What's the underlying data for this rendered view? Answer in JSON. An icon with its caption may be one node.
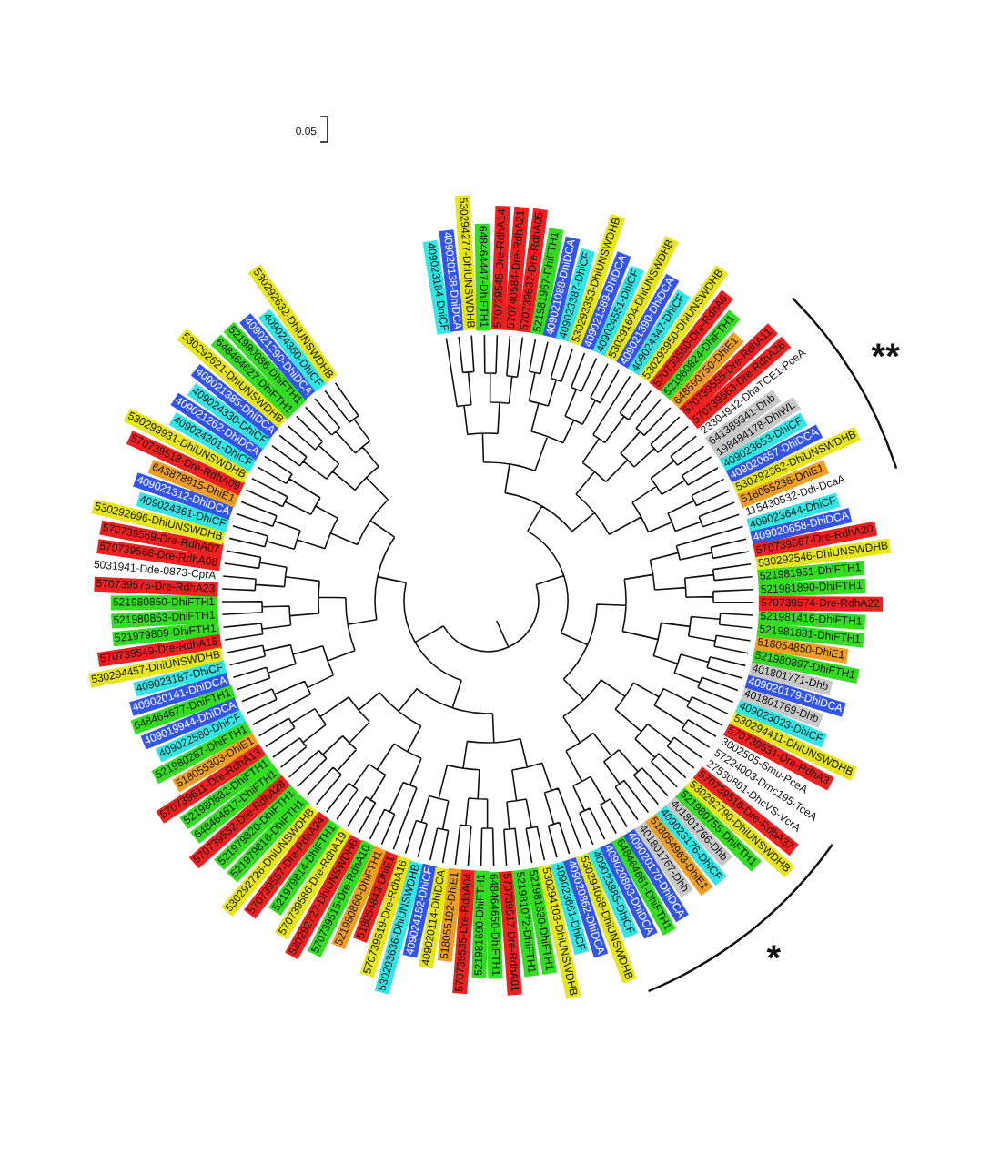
{
  "diagram": {
    "labels": [
      "0.05",
      "521980850-DhiFTH1",
      "570739575-Dre-RdhA23",
      "5031941-Dde-0873-CprA",
      "570739568-Dre-RdhA08",
      "570739569-Dre-RdhA07",
      "530292696-DhiUNSWDHB",
      "409024361-DhiCF",
      "409021312-DhiDCA",
      "643878815-DhiE1",
      "570739518-Dre-RdhA09",
      "530293931-DhiUNSWDHB",
      "409024301-DhiCF",
      "409021262-DhiDCA",
      "409024330-DhiCF",
      "409021385-DhiDCA",
      "530292621-DhiUNSWDHB",
      "648464627-DhiFTH1",
      "521980086-DhiFTH1",
      "409021290-DhiDCA",
      "409024360-DhiCF",
      "530292632-DhiUNSWDHB",
      "409023184-DhiCF",
      "409020138-DhiDCA",
      "530294277-DhiUNSWDHB",
      "648464447-DhiFTH1",
      "570739545-Dre-RdhA14",
      "570740584-Dre-RdhA21",
      "570739637-Dre-RdhA05",
      "521981967-DhiFTH1",
      "409021088-DhiDCA",
      "409023387-DhiCF",
      "530293353-DhiUNSWDHB",
      "409021389-DhiDCA",
      "409024551-DhiCF",
      "530291604-DhiUNSWDHB",
      "409021390-DhiDCA",
      "409024347-DhiCF",
      "530293950-DhiUNSWDHB",
      "570739550-Dre-RdhA6",
      "521980824-DhiFTH1",
      "648590750-DhiE1",
      "570739555-Dre-RdhA11",
      "570739563-Dre-RdhA26",
      "23304942-DhaTCE1-PceA",
      "641389341-Dhb",
      "198484178-DhiWL",
      "409023653-DhiCF",
      "409020657-DhiDCA",
      "530292362-DhiUNSWDHB",
      "518055236-DhiE1",
      "115430532-Ddi-DcaA",
      "409023644-DhiCF",
      "409020658-DhiDCA",
      "570739567-Dre-RdhA20",
      "530292546-DhiUNSWDHB",
      "521981951-DhiFTH1",
      "521981890-DhiFTH1",
      "521980853-DhiFTH1",
      "521979809-DhiFTH1",
      "570739549-Dre-RdhA15",
      "530294457-DhiUNSWDHB",
      "409023187-DhiCF",
      "409020141-DhiDCA",
      "648464677-DhiFTH1",
      "409019944-DhiDCA",
      "409022580-DhiCF",
      "521980287-DhiFTH1",
      "518055303-DhiE1",
      "570739611-Dre-RdhA13",
      "521980882-DhiFTH1",
      "648464617-DhiFTH1",
      "570739532-Dre-RdhA28",
      "521979820-DhiFTH1",
      "521979816-DhiFTH1",
      "530292726-DhiUNSWDHB",
      "570739557-Dre-RdhA24",
      "521979814-DhiFTH1",
      "570739586-Dre-RdhA19",
      "530292727-DhiUNSWDHB",
      "570739515-Dre-RdhA10",
      "521980860-DhiFTH1",
      "518054843-DhiE1",
      "570739519-Dre-RdhA16",
      "530293636-DhiUNSWDHB",
      "409024152-DhiCF",
      "409020114-DhiDCA",
      "518055192-DhiE1",
      "570739535-Dre-RdhA04",
      "521981690-DhiFTH1",
      "648464650-DhiFTH1",
      "570739517-Dre-RdhA01",
      "521981072-DhiFTH1",
      "521981630-DhiFTH1",
      "530294103-DhiUNSWDHB",
      "409023661-DhiCF",
      "409020862-DhiDCA",
      "530294068-DhiUNSWDHB",
      "409023885-DhiCF",
      "409020863-DhiDCA",
      "648464661-DhiFTH1",
      "409020170-DhiDCA",
      "401801767-Dhb",
      "518054963-DhiE1",
      "409023176-DhiCF",
      "401801766-Dhb",
      "521980755-DhiFTH1",
      "530292790-DhiUNSWDHB",
      "570739516-Dre-RdhA37",
      "27530861-DhcVS-VcrA",
      "57224003-Dmc195-TceA",
      "3002505-Smu-PceA",
      "570739531-Dre-RdhA3",
      "530294411-DhiUNSWDHB",
      "409023023-DhiCF",
      "401801769-Dhb",
      "409020179-DhiDCA",
      "401801771-Dhb",
      "521980897-DhiFTH1",
      "518054850-DhiE1",
      "521981881-DhiFTH1",
      "521981416-DhiFTH1",
      "570739574-Dre-RdhA22",
      "**",
      "*"
    ]
  }
}
